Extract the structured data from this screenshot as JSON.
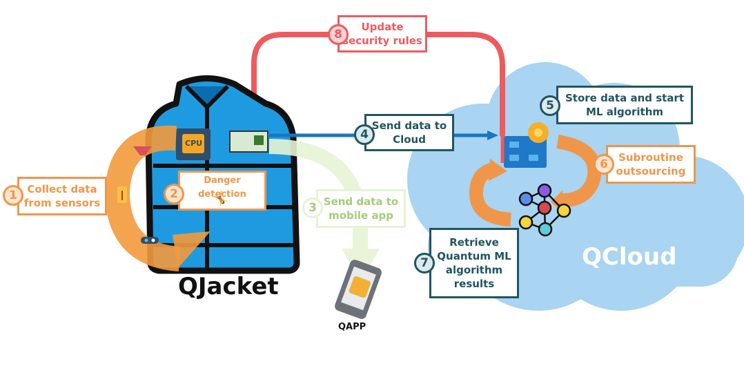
{
  "colors": {
    "orange": "#F0964A",
    "red": "#EF5A5F",
    "teal": "#1F5561",
    "green": "#A6CC78",
    "blue_arrow": "#1877C0",
    "cloud": "#A9D4F2",
    "jacket": "#1E9BE0"
  },
  "steps": [
    {
      "number": "1",
      "label": "Collect data from sensors"
    },
    {
      "number": "2",
      "label": "Danger detection"
    },
    {
      "number": "3",
      "label": "Send data to mobile app"
    },
    {
      "number": "4",
      "label": "Send data to Cloud"
    },
    {
      "number": "5",
      "label": "Store data and start ML algorithm"
    },
    {
      "number": "6",
      "label": "Subroutine outsourcing"
    },
    {
      "number": "7",
      "label": "Retrieve Quantum ML algorithm results"
    },
    {
      "number": "8",
      "label": "Update security rules"
    }
  ],
  "nodes": {
    "jacket": "QJacket",
    "cloud": "QCloud",
    "app": "QAPP",
    "cpu": "CPU"
  },
  "icons": [
    "temperature-sensor-icon",
    "proximity-sensor-icon",
    "camera-sensor-icon",
    "cpu-icon",
    "network-card-icon",
    "falling-person-icon",
    "smartphone-icon",
    "server-dashboard-icon",
    "gear-icon",
    "neural-network-icon"
  ]
}
